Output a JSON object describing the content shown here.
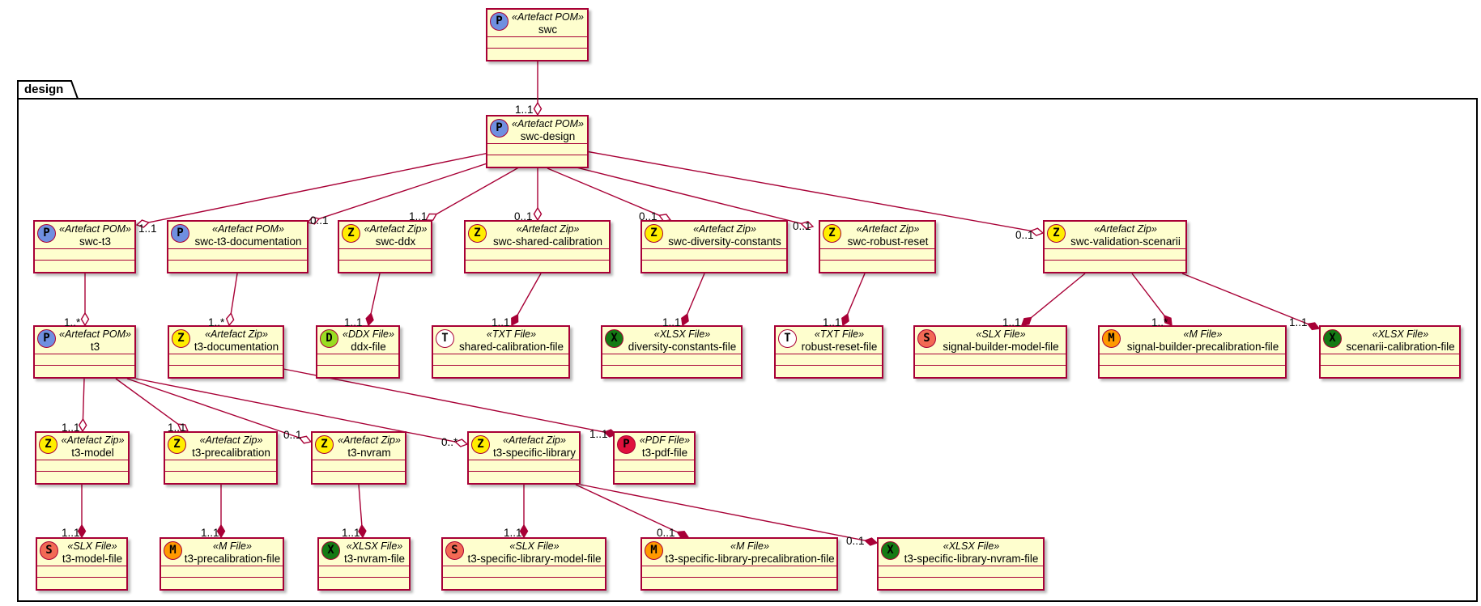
{
  "package": {
    "label": "design"
  },
  "icon_colors": {
    "P": "#6f8fe0",
    "Z": "#ffee00",
    "T": "#ffffff",
    "X": "#147a14",
    "S": "#f26a55",
    "M": "#ff9900",
    "D": "#99dd22",
    "PDF": "#e0103c"
  },
  "line_color": "#a80036",
  "nodes": [
    {
      "id": "swc",
      "icon": "P",
      "icon_color": "P",
      "stereotype": "«Artefact POM»",
      "name": "swc"
    },
    {
      "id": "swc-design",
      "icon": "P",
      "icon_color": "P",
      "stereotype": "«Artefact POM»",
      "name": "swc-design"
    },
    {
      "id": "swc-t3",
      "icon": "P",
      "icon_color": "P",
      "stereotype": "«Artefact POM»",
      "name": "swc-t3"
    },
    {
      "id": "swc-t3-documentation",
      "icon": "P",
      "icon_color": "P",
      "stereotype": "«Artefact POM»",
      "name": "swc-t3-documentation"
    },
    {
      "id": "swc-ddx",
      "icon": "Z",
      "icon_color": "Z",
      "stereotype": "«Artefact Zip»",
      "name": "swc-ddx"
    },
    {
      "id": "swc-shared-calibration",
      "icon": "Z",
      "icon_color": "Z",
      "stereotype": "«Artefact Zip»",
      "name": "swc-shared-calibration"
    },
    {
      "id": "swc-diversity-constants",
      "icon": "Z",
      "icon_color": "Z",
      "stereotype": "«Artefact Zip»",
      "name": "swc-diversity-constants"
    },
    {
      "id": "swc-robust-reset",
      "icon": "Z",
      "icon_color": "Z",
      "stereotype": "«Artefact Zip»",
      "name": "swc-robust-reset"
    },
    {
      "id": "swc-validation-scenarii",
      "icon": "Z",
      "icon_color": "Z",
      "stereotype": "«Artefact Zip»",
      "name": "swc-validation-scenarii"
    },
    {
      "id": "t3",
      "icon": "P",
      "icon_color": "P",
      "stereotype": "«Artefact POM»",
      "name": "t3"
    },
    {
      "id": "t3-documentation",
      "icon": "Z",
      "icon_color": "Z",
      "stereotype": "«Artefact Zip»",
      "name": "t3-documentation"
    },
    {
      "id": "ddx-file",
      "icon": "D",
      "icon_color": "D",
      "stereotype": "«DDX File»",
      "name": "ddx-file"
    },
    {
      "id": "shared-calibration-file",
      "icon": "T",
      "icon_color": "T",
      "stereotype": "«TXT File»",
      "name": "shared-calibration-file"
    },
    {
      "id": "diversity-constants-file",
      "icon": "X",
      "icon_color": "X",
      "stereotype": "«XLSX File»",
      "name": "diversity-constants-file"
    },
    {
      "id": "robust-reset-file",
      "icon": "T",
      "icon_color": "T",
      "stereotype": "«TXT File»",
      "name": "robust-reset-file"
    },
    {
      "id": "signal-builder-model-file",
      "icon": "S",
      "icon_color": "S",
      "stereotype": "«SLX File»",
      "name": "signal-builder-model-file"
    },
    {
      "id": "signal-builder-precalibration-file",
      "icon": "M",
      "icon_color": "M",
      "stereotype": "«M File»",
      "name": "signal-builder-precalibration-file"
    },
    {
      "id": "scenarii-calibration-file",
      "icon": "X",
      "icon_color": "X",
      "stereotype": "«XLSX File»",
      "name": "scenarii-calibration-file"
    },
    {
      "id": "t3-model",
      "icon": "Z",
      "icon_color": "Z",
      "stereotype": "«Artefact Zip»",
      "name": "t3-model"
    },
    {
      "id": "t3-precalibration",
      "icon": "Z",
      "icon_color": "Z",
      "stereotype": "«Artefact Zip»",
      "name": "t3-precalibration"
    },
    {
      "id": "t3-nvram",
      "icon": "Z",
      "icon_color": "Z",
      "stereotype": "«Artefact Zip»",
      "name": "t3-nvram"
    },
    {
      "id": "t3-specific-library",
      "icon": "Z",
      "icon_color": "Z",
      "stereotype": "«Artefact Zip»",
      "name": "t3-specific-library"
    },
    {
      "id": "t3-pdf-file",
      "icon": "P",
      "icon_color": "PDF",
      "stereotype": "«PDF File»",
      "name": "t3-pdf-file"
    },
    {
      "id": "t3-model-file",
      "icon": "S",
      "icon_color": "S",
      "stereotype": "«SLX File»",
      "name": "t3-model-file"
    },
    {
      "id": "t3-precalibration-file",
      "icon": "M",
      "icon_color": "M",
      "stereotype": "«M File»",
      "name": "t3-precalibration-file"
    },
    {
      "id": "t3-nvram-file",
      "icon": "X",
      "icon_color": "X",
      "stereotype": "«XLSX File»",
      "name": "t3-nvram-file"
    },
    {
      "id": "t3-specific-library-model-file",
      "icon": "S",
      "icon_color": "S",
      "stereotype": "«SLX File»",
      "name": "t3-specific-library-model-file"
    },
    {
      "id": "t3-specific-library-precalibration-file",
      "icon": "M",
      "icon_color": "M",
      "stereotype": "«M File»",
      "name": "t3-specific-library-precalibration-file"
    },
    {
      "id": "t3-specific-library-nvram-file",
      "icon": "X",
      "icon_color": "X",
      "stereotype": "«XLSX File»",
      "name": "t3-specific-library-nvram-file"
    }
  ],
  "edges": [
    {
      "from": "swc",
      "to": "swc-design",
      "kind": "aggregation",
      "multiplicity": "1..1"
    },
    {
      "from": "swc-design",
      "to": "swc-t3",
      "kind": "aggregation",
      "multiplicity": "1..1"
    },
    {
      "from": "swc-design",
      "to": "swc-t3-documentation",
      "kind": "aggregation",
      "multiplicity": "0..1"
    },
    {
      "from": "swc-design",
      "to": "swc-ddx",
      "kind": "aggregation",
      "multiplicity": "1..1"
    },
    {
      "from": "swc-design",
      "to": "swc-shared-calibration",
      "kind": "aggregation",
      "multiplicity": "0..1"
    },
    {
      "from": "swc-design",
      "to": "swc-diversity-constants",
      "kind": "aggregation",
      "multiplicity": "0..1"
    },
    {
      "from": "swc-design",
      "to": "swc-robust-reset",
      "kind": "aggregation",
      "multiplicity": "0..1"
    },
    {
      "from": "swc-design",
      "to": "swc-validation-scenarii",
      "kind": "aggregation",
      "multiplicity": "0..1"
    },
    {
      "from": "swc-t3",
      "to": "t3",
      "kind": "aggregation",
      "multiplicity": "1..*"
    },
    {
      "from": "swc-t3-documentation",
      "to": "t3-documentation",
      "kind": "aggregation",
      "multiplicity": "1..*"
    },
    {
      "from": "swc-ddx",
      "to": "ddx-file",
      "kind": "composition",
      "multiplicity": "1..1"
    },
    {
      "from": "swc-shared-calibration",
      "to": "shared-calibration-file",
      "kind": "composition",
      "multiplicity": "1..1"
    },
    {
      "from": "swc-diversity-constants",
      "to": "diversity-constants-file",
      "kind": "composition",
      "multiplicity": "1..1"
    },
    {
      "from": "swc-robust-reset",
      "to": "robust-reset-file",
      "kind": "composition",
      "multiplicity": "1..1"
    },
    {
      "from": "swc-validation-scenarii",
      "to": "signal-builder-model-file",
      "kind": "composition",
      "multiplicity": "1..1"
    },
    {
      "from": "swc-validation-scenarii",
      "to": "signal-builder-precalibration-file",
      "kind": "composition",
      "multiplicity": "1..*"
    },
    {
      "from": "swc-validation-scenarii",
      "to": "scenarii-calibration-file",
      "kind": "composition",
      "multiplicity": "1..1"
    },
    {
      "from": "t3",
      "to": "t3-model",
      "kind": "aggregation",
      "multiplicity": "1..1"
    },
    {
      "from": "t3",
      "to": "t3-precalibration",
      "kind": "aggregation",
      "multiplicity": "1..1"
    },
    {
      "from": "t3",
      "to": "t3-nvram",
      "kind": "aggregation",
      "multiplicity": "0..1"
    },
    {
      "from": "t3",
      "to": "t3-specific-library",
      "kind": "aggregation",
      "multiplicity": "0..*"
    },
    {
      "from": "t3-documentation",
      "to": "t3-pdf-file",
      "kind": "composition",
      "multiplicity": "1..1"
    },
    {
      "from": "t3-model",
      "to": "t3-model-file",
      "kind": "composition",
      "multiplicity": "1..1"
    },
    {
      "from": "t3-precalibration",
      "to": "t3-precalibration-file",
      "kind": "composition",
      "multiplicity": "1..1"
    },
    {
      "from": "t3-nvram",
      "to": "t3-nvram-file",
      "kind": "composition",
      "multiplicity": "1..1"
    },
    {
      "from": "t3-specific-library",
      "to": "t3-specific-library-model-file",
      "kind": "composition",
      "multiplicity": "1..1"
    },
    {
      "from": "t3-specific-library",
      "to": "t3-specific-library-precalibration-file",
      "kind": "composition",
      "multiplicity": "0..1"
    },
    {
      "from": "t3-specific-library",
      "to": "t3-specific-library-nvram-file",
      "kind": "composition",
      "multiplicity": "0..1"
    }
  ]
}
